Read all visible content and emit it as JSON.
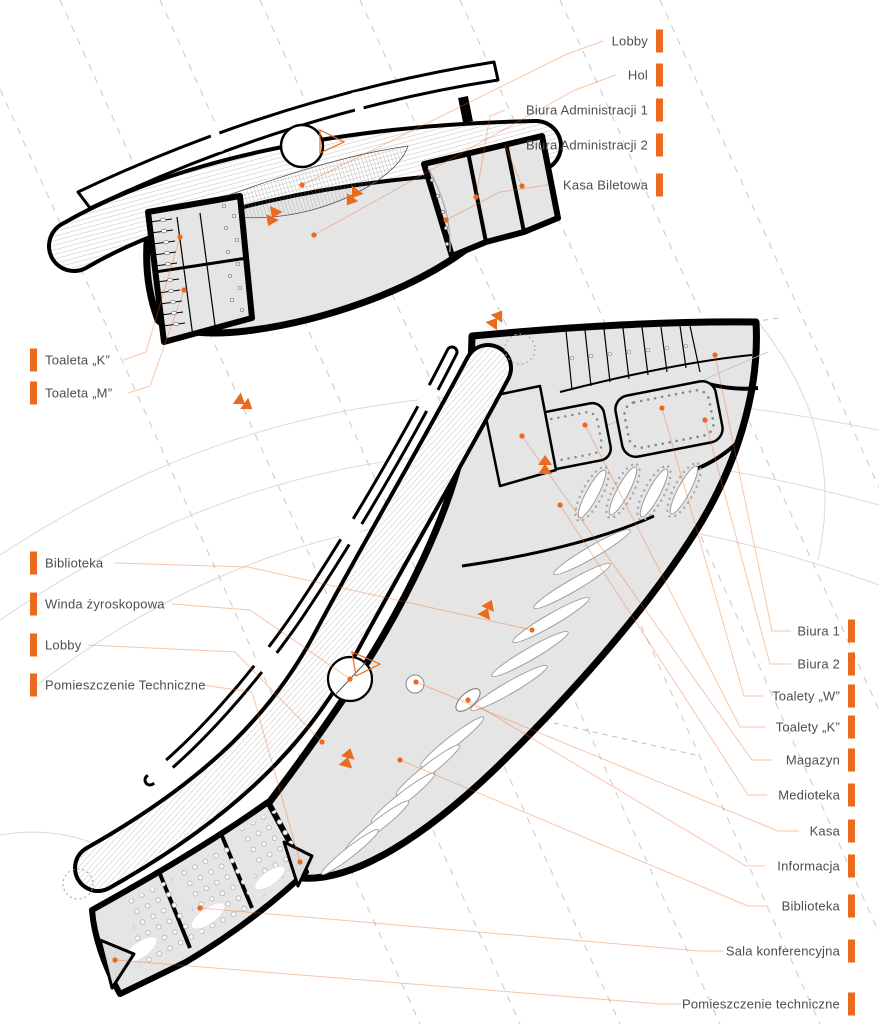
{
  "palette": {
    "accent_orange": "#EB6A1E",
    "leader_line": "rgba(235,106,30,0.38)",
    "plan_fill": "#E5E5E5",
    "outline": "#000000",
    "text": "#4d4d4d"
  },
  "labels": {
    "upper_right": [
      {
        "text": "Lobby"
      },
      {
        "text": "Hol"
      },
      {
        "text": "Biura Administracji 1"
      },
      {
        "text": "Biura Administracji 2"
      },
      {
        "text": "Kasa Biletowa"
      }
    ],
    "upper_left": [
      {
        "text": "Toaleta „K”"
      },
      {
        "text": "Toaleta „M”"
      }
    ],
    "lower_left": [
      {
        "text": "Biblioteka"
      },
      {
        "text": "Winda żyroskopowa"
      },
      {
        "text": "Lobby"
      },
      {
        "text": "Pomieszczenie Techniczne"
      }
    ],
    "lower_right": [
      {
        "text": "Biura 1"
      },
      {
        "text": "Biura 2"
      },
      {
        "text": "Toalety „W”"
      },
      {
        "text": "Toalety „K”"
      },
      {
        "text": "Magazyn"
      },
      {
        "text": "Medioteka"
      },
      {
        "text": "Kasa"
      },
      {
        "text": "Informacja"
      },
      {
        "text": "Biblioteka"
      },
      {
        "text": "Sala konferencyjna"
      },
      {
        "text": "Pomieszczenie techniczne"
      }
    ]
  }
}
